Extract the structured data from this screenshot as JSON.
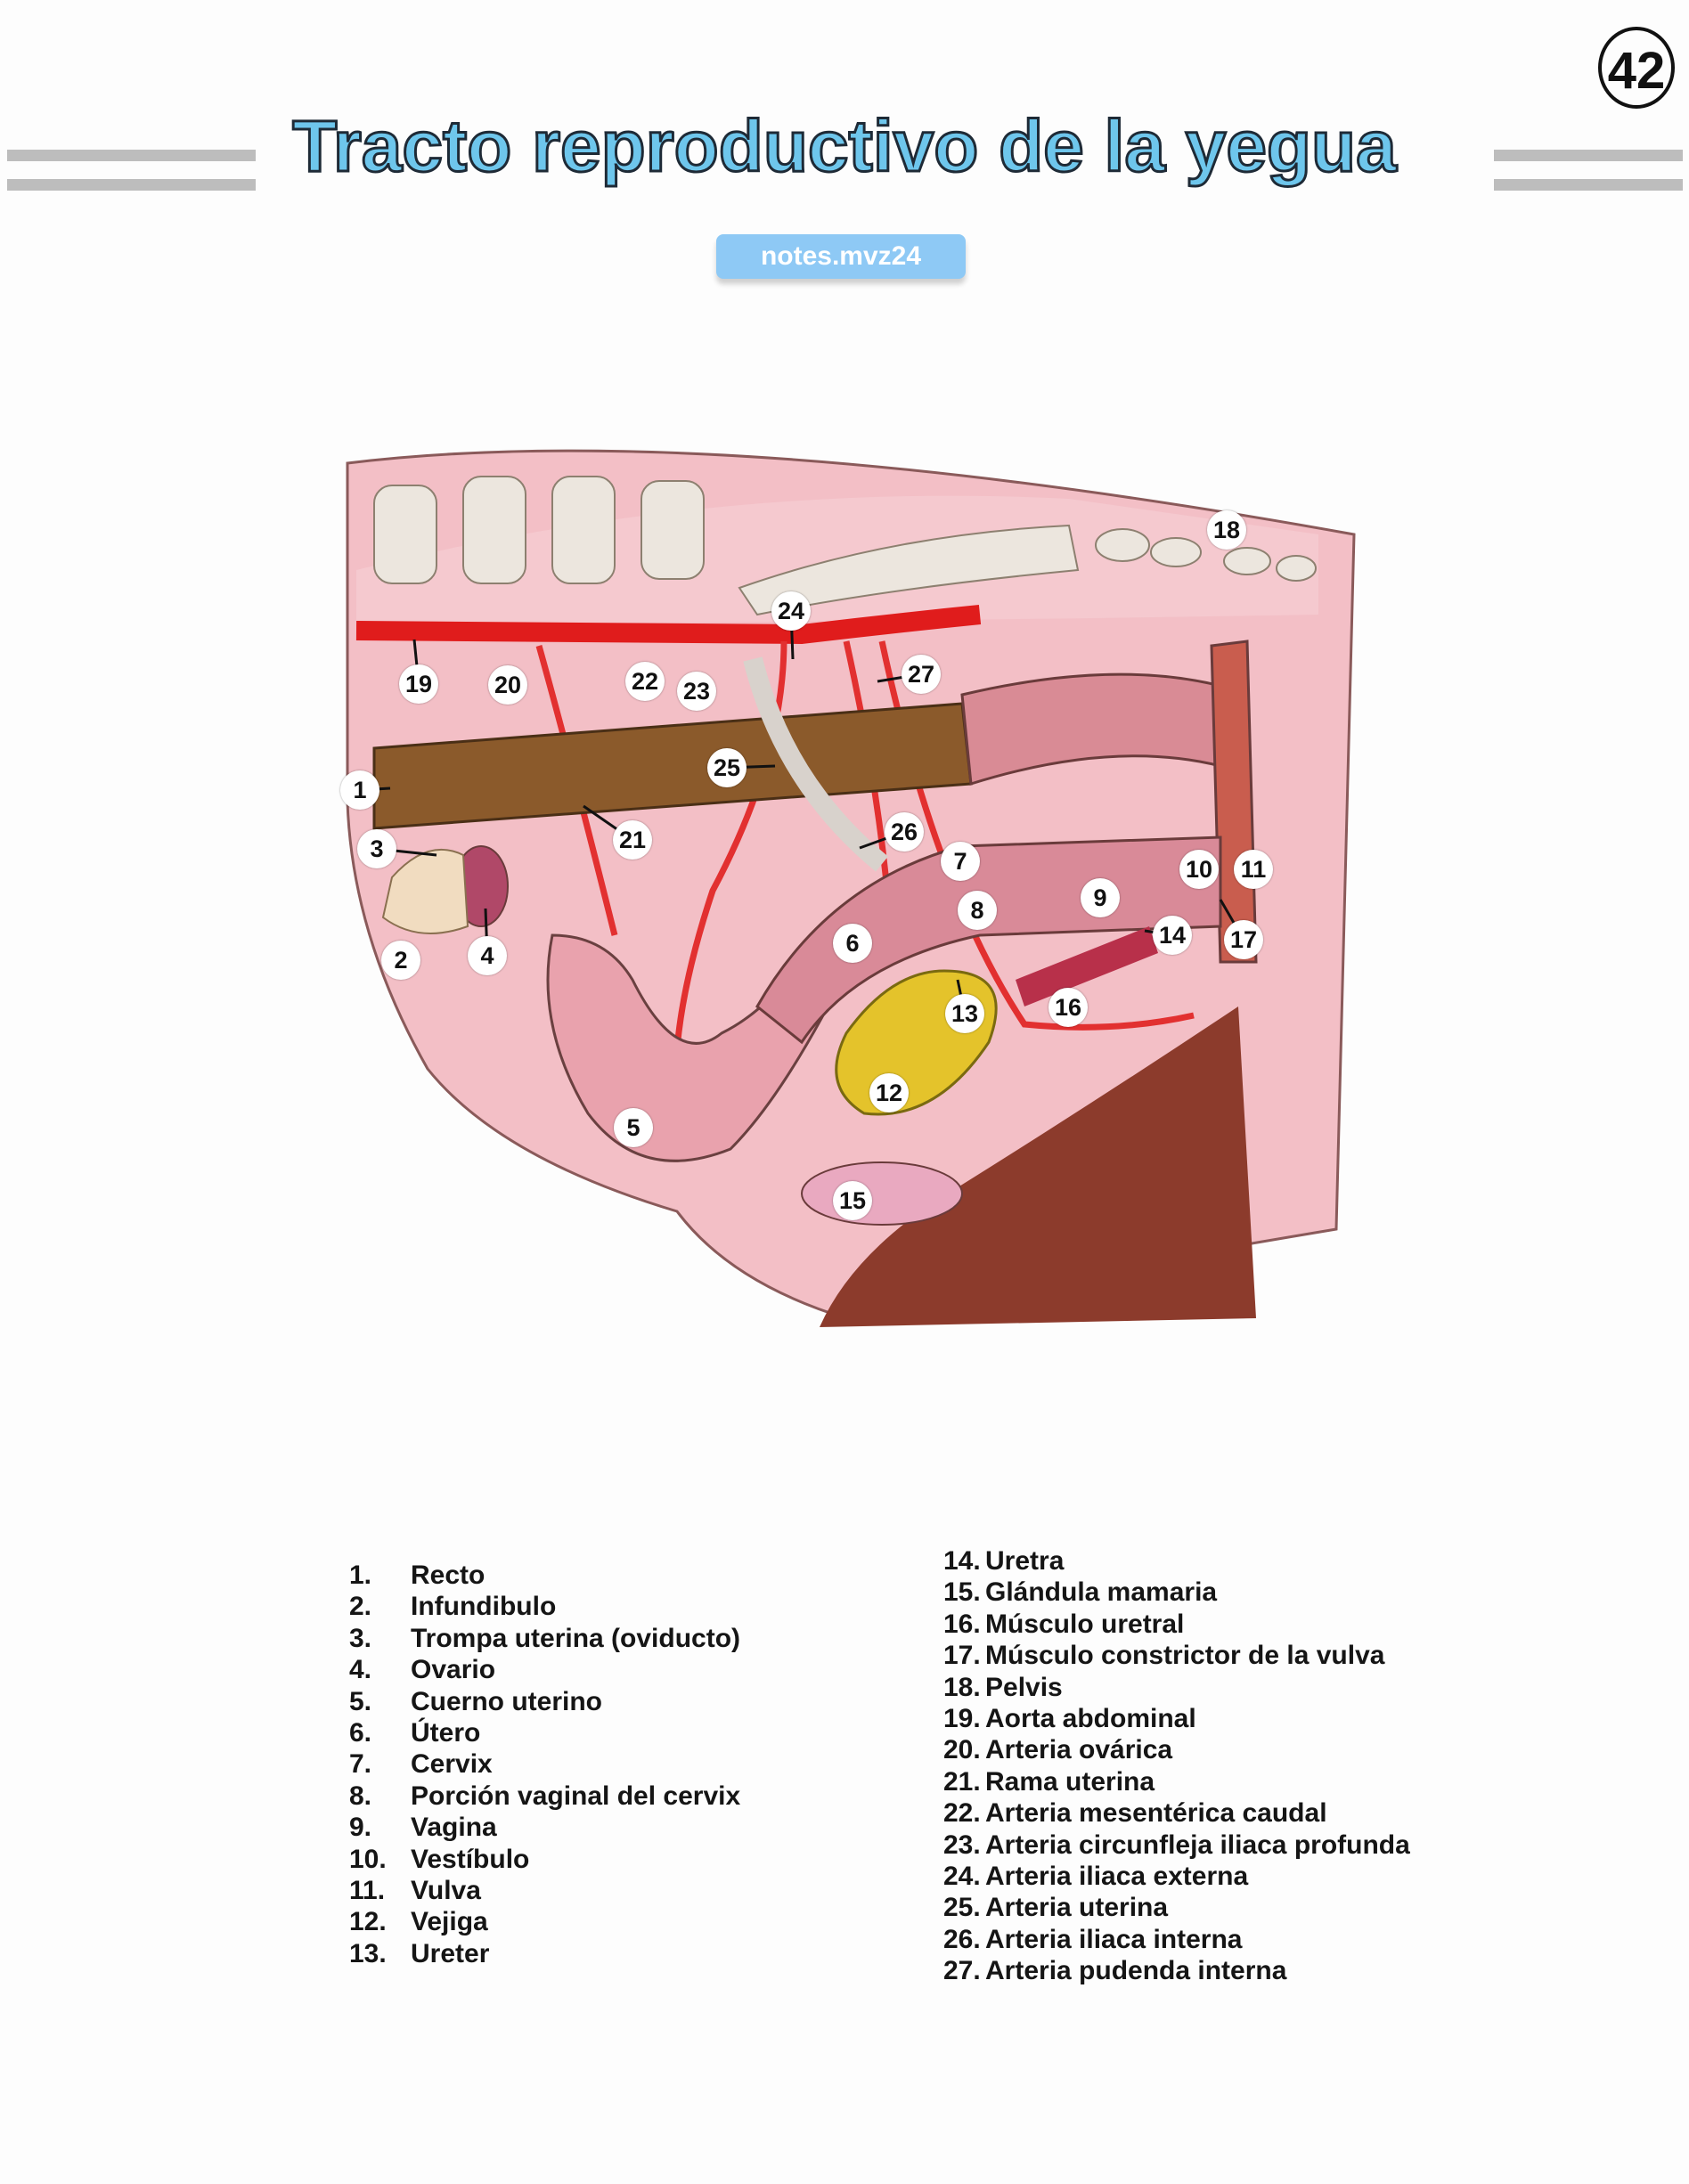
{
  "page_number": "42",
  "title": "Tracto reproductivo de la yegua",
  "badge": "notes.mvz24",
  "diagram": {
    "labels": [
      "1",
      "2",
      "3",
      "4",
      "5",
      "6",
      "7",
      "8",
      "9",
      "10",
      "11",
      "12",
      "13",
      "14",
      "15",
      "16",
      "17",
      "18",
      "19",
      "20",
      "21",
      "22",
      "23",
      "24",
      "25",
      "26",
      "27"
    ]
  },
  "legend": {
    "left": [
      {
        "num": "1.",
        "text": "Recto"
      },
      {
        "num": "2.",
        "text": "Infundibulo"
      },
      {
        "num": "3.",
        "text": "Trompa uterina (oviducto)"
      },
      {
        "num": "4.",
        "text": "Ovario"
      },
      {
        "num": "5.",
        "text": "Cuerno uterino"
      },
      {
        "num": "6.",
        "text": "Útero"
      },
      {
        "num": "7.",
        "text": "Cervix"
      },
      {
        "num": "8.",
        "text": "Porción vaginal del cervix"
      },
      {
        "num": "9.",
        "text": "Vagina"
      },
      {
        "num": "10.",
        "text": "Vestíbulo"
      },
      {
        "num": "11.",
        "text": "Vulva"
      },
      {
        "num": "12.",
        "text": "Vejiga"
      },
      {
        "num": "13.",
        "text": "Ureter"
      }
    ],
    "right": [
      {
        "num": "14.",
        "text": "Uretra"
      },
      {
        "num": "15.",
        "text": "Glándula mamaria"
      },
      {
        "num": "16.",
        "text": "Músculo uretral"
      },
      {
        "num": "17.",
        "text": "Músculo constrictor de la vulva"
      },
      {
        "num": "18.",
        "text": "Pelvis"
      },
      {
        "num": "19.",
        "text": "Aorta abdominal"
      },
      {
        "num": "20.",
        "text": "Arteria ovárica"
      },
      {
        "num": "21.",
        "text": "Rama uterina"
      },
      {
        "num": "22.",
        "text": "Arteria mesentérica caudal"
      },
      {
        "num": "23.",
        "text": "Arteria circunfleja iliaca profunda"
      },
      {
        "num": "24.",
        "text": "Arteria iliaca externa"
      },
      {
        "num": "25.",
        "text": "Arteria uterina"
      },
      {
        "num": "26.",
        "text": "Arteria iliaca interna"
      },
      {
        "num": "27.",
        "text": "Arteria pudenda interna"
      }
    ]
  }
}
